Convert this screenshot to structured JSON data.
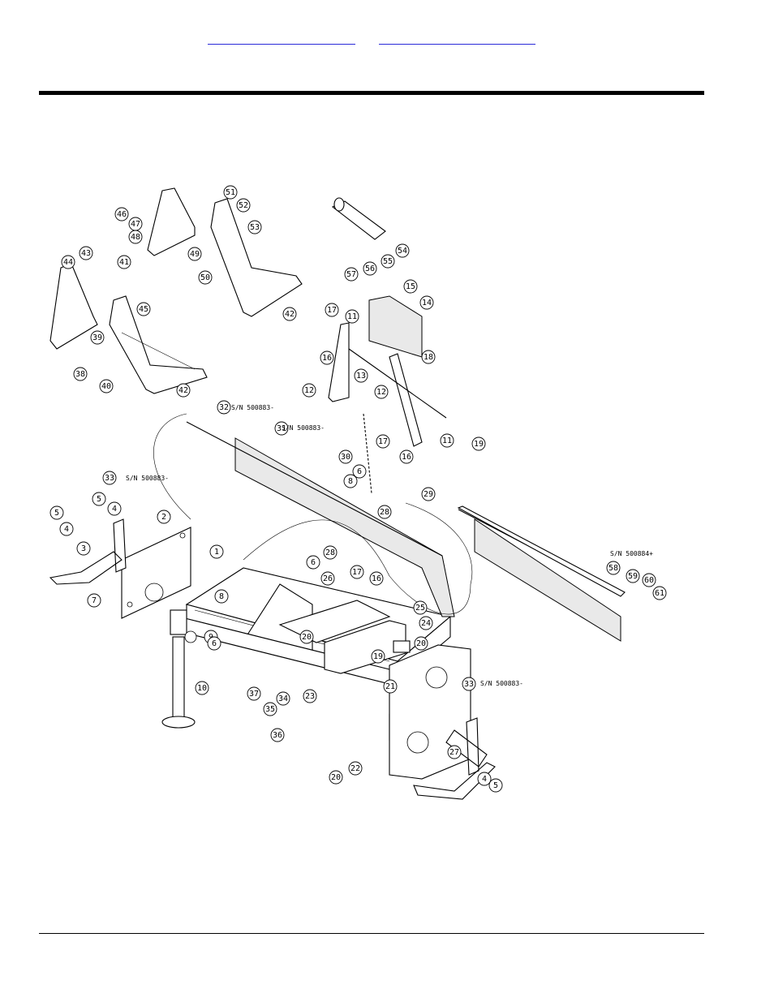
{
  "header": {
    "links": [
      {
        "label": ""
      },
      {
        "label": ""
      }
    ]
  },
  "diagram": {
    "serial_notes": {
      "sn_32": "S/N 500883-",
      "sn_31": "S/N 500883-",
      "sn_33a": "S/N 500883-",
      "sn_33b": "S/N 500883-",
      "sn_58": "S/N 500884+"
    },
    "callouts": [
      "1",
      "2",
      "3",
      "4",
      "5",
      "6",
      "7",
      "8",
      "9",
      "10",
      "11",
      "12",
      "13",
      "14",
      "15",
      "16",
      "17",
      "18",
      "19",
      "20",
      "21",
      "22",
      "23",
      "24",
      "25",
      "26",
      "27",
      "28",
      "29",
      "30",
      "31",
      "32",
      "33",
      "34",
      "35",
      "36",
      "37",
      "38",
      "39",
      "40",
      "41",
      "42",
      "43",
      "44",
      "45",
      "46",
      "47",
      "48",
      "49",
      "50",
      "51",
      "52",
      "53",
      "54",
      "55",
      "56",
      "57",
      "58",
      "59",
      "60",
      "61"
    ]
  }
}
